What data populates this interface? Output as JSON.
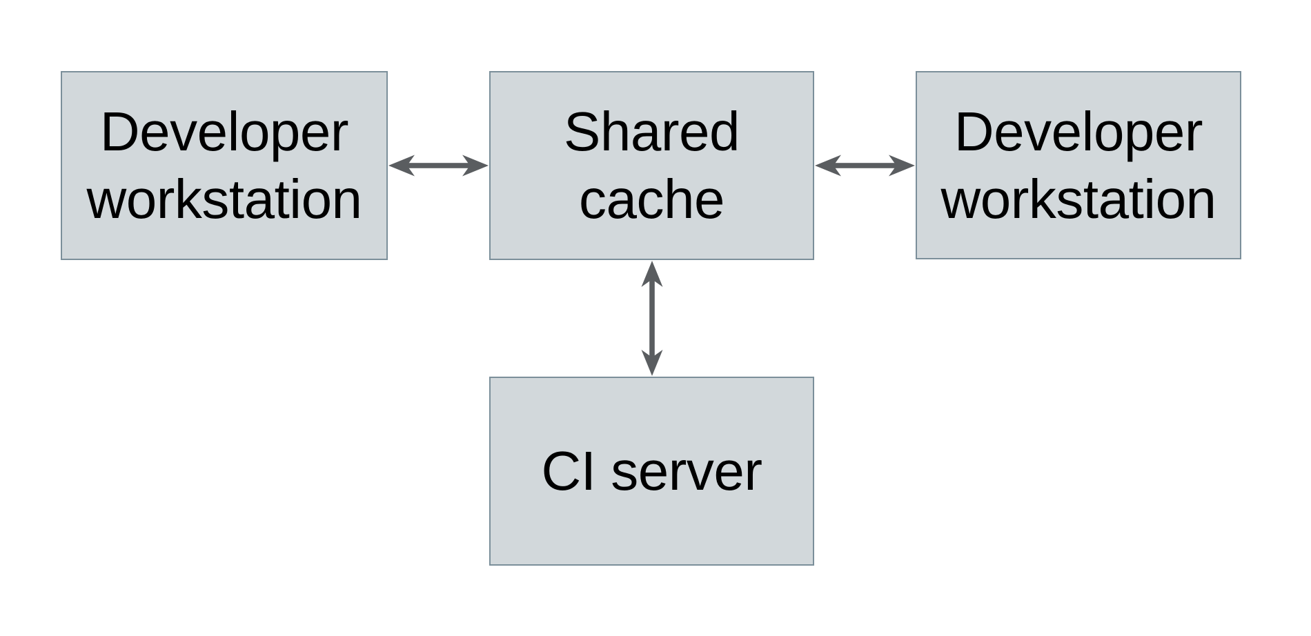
{
  "diagram": {
    "background": "#ffffff",
    "colors": {
      "background": "#ffffff",
      "box-fill": "#d2d8db",
      "box-border": "#7b8f9a",
      "arrow": "#5a5d60",
      "text": "#000000"
    },
    "nodes": [
      {
        "id": "developer-workstation-left",
        "lines": [
          "Developer",
          "workstation"
        ]
      },
      {
        "id": "shared-cache",
        "lines": [
          "Shared",
          "cache"
        ]
      },
      {
        "id": "developer-workstation-right",
        "lines": [
          "Developer",
          "workstation"
        ]
      },
      {
        "id": "ci-server",
        "lines": [
          "CI server",
          ""
        ]
      }
    ],
    "edges": [
      {
        "from": "developer-workstation-left",
        "to": "shared-cache",
        "style": "bidirectional-arrow",
        "orientation": "horizontal"
      },
      {
        "from": "shared-cache",
        "to": "developer-workstation-right",
        "style": "bidirectional-arrow",
        "orientation": "horizontal"
      },
      {
        "from": "shared-cache",
        "to": "ci-server",
        "style": "bidirectional-arrow",
        "orientation": "vertical"
      }
    ]
  }
}
